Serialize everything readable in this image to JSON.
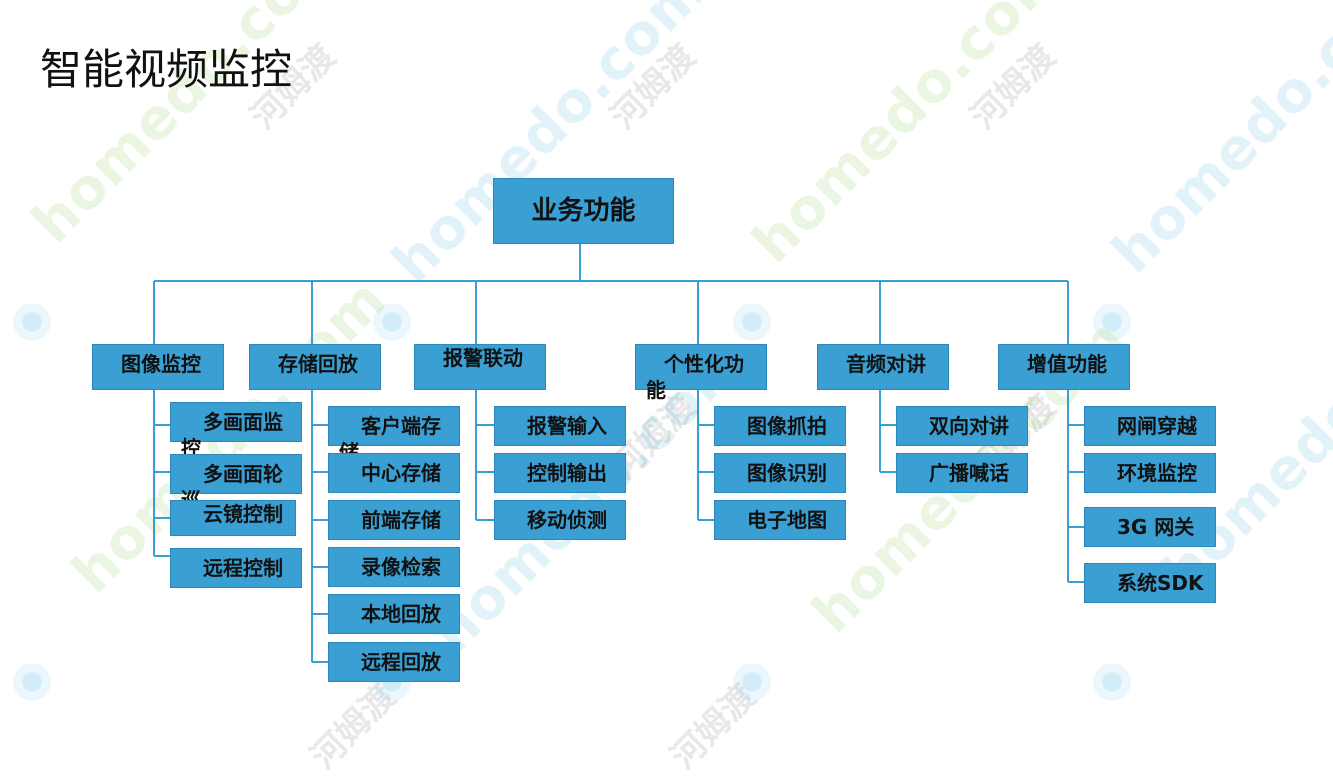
{
  "title": "智能视频监控",
  "watermark": {
    "en": "homedo.com",
    "cn": "河姆渡"
  },
  "colors": {
    "box_fill": "#3aa0d4",
    "connector": "#3aa0d4",
    "text": "#111111"
  },
  "root": {
    "label": "业务功能"
  },
  "categories": [
    {
      "label": "图像监控",
      "items": [
        "多画面监控",
        "多画面轮巡",
        "云镜控制",
        "远程控制"
      ]
    },
    {
      "label": "存储回放",
      "items": [
        "客户端存储",
        "中心存储",
        "前端存储",
        "录像检索",
        "本地回放",
        "远程回放"
      ]
    },
    {
      "label": "报警联动",
      "items": [
        "报警输入",
        "控制输出",
        "移动侦测"
      ]
    },
    {
      "label": "个性化功能",
      "items": [
        "图像抓拍",
        "图像识别",
        "电子地图"
      ]
    },
    {
      "label": "音频对讲",
      "items": [
        "双向对讲",
        "广播喊话"
      ]
    },
    {
      "label": "增值功能",
      "items": [
        "网闸穿越",
        "环境监控",
        "3G 网关",
        "系统SDK"
      ]
    }
  ]
}
